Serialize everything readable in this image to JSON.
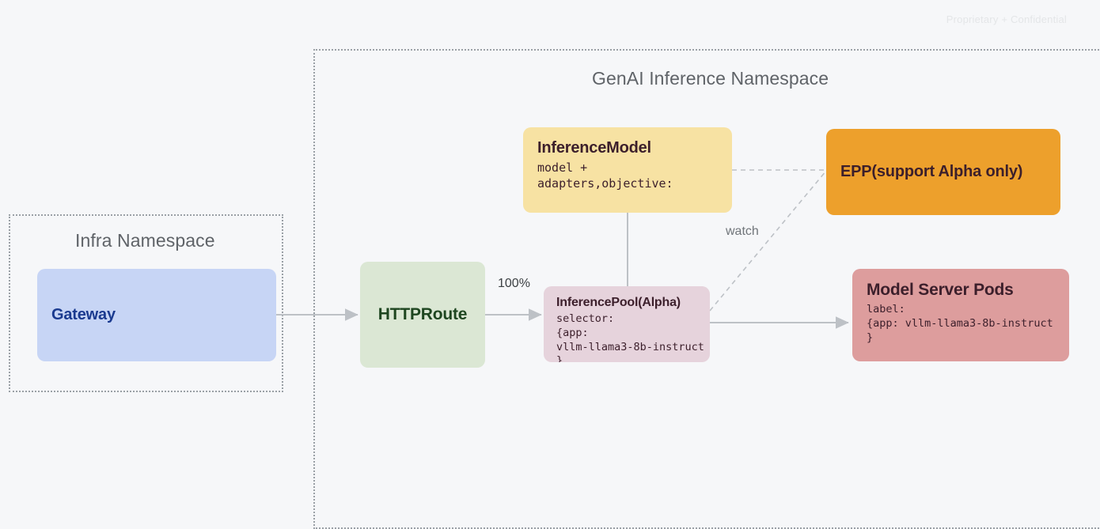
{
  "watermark": "Proprietary + Confidential",
  "namespaces": [
    {
      "id": "infra",
      "title": "Infra Namespace"
    },
    {
      "id": "genai",
      "title": "GenAI Inference Namespace"
    }
  ],
  "nodes": {
    "gateway": {
      "title": "Gateway",
      "fill": "#c7d5f5",
      "text": "#1a3a8f"
    },
    "httproute": {
      "title": "HTTPRoute",
      "fill": "#dbe7d4",
      "text": "#1e4620"
    },
    "inference_model": {
      "title": "InferenceModel",
      "detail": "model +\nadapters,objective:",
      "fill": "#f7e2a3",
      "text": "#3c1f2b"
    },
    "inference_pool": {
      "title": "InferencePool(Alpha)",
      "detail": "selector:\n{app:\nvllm-llama3-8b-instruct\n}",
      "fill": "#e6d3dc",
      "text": "#3c1f2b"
    },
    "epp": {
      "title": "EPP(support Alpha only)",
      "fill": "#eda02c",
      "text": "#3c1f2b"
    },
    "model_server_pods": {
      "title": "Model Server Pods",
      "detail": "label:\n{app: vllm-llama3-8b-instruct\n}",
      "fill": "#dd9d9d",
      "text": "#3c1f2b"
    }
  },
  "edge_labels": {
    "traffic_weight": "100%",
    "watch": "watch"
  },
  "colors": {
    "background": "#f6f7f9",
    "edge": "#bdc1c6",
    "namespace_border": "#9aa0a6",
    "namespace_title": "#5f6368"
  }
}
